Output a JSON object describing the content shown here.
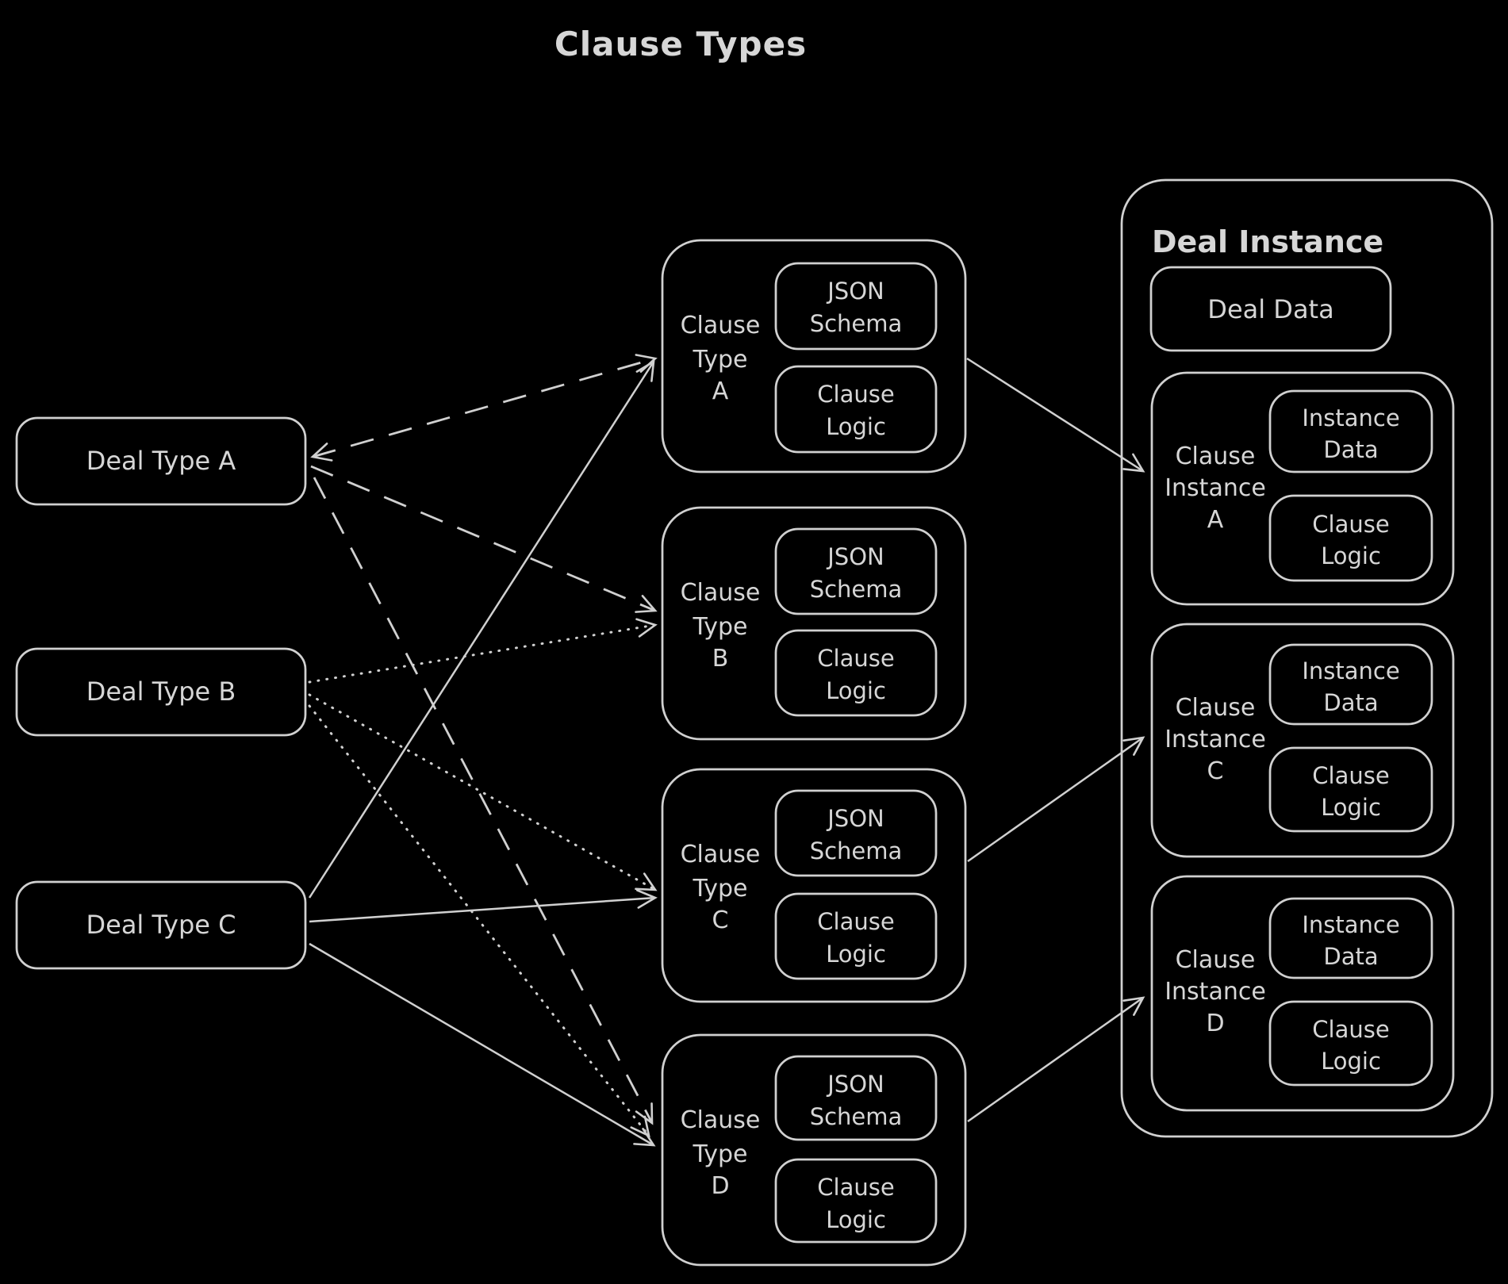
{
  "title": "Clause Types",
  "colors": {
    "background": "#000000",
    "stroke": "#d0d0d0",
    "text": "#d6d6d6"
  },
  "deal_types": [
    {
      "label": "Deal Type A"
    },
    {
      "label": "Deal Type B"
    },
    {
      "label": "Deal Type C"
    }
  ],
  "clause_types": [
    {
      "name_lines": [
        "Clause",
        "Type",
        "A"
      ],
      "children": {
        "schema": [
          "JSON",
          "Schema"
        ],
        "logic": [
          "Clause",
          "Logic"
        ]
      }
    },
    {
      "name_lines": [
        "Clause",
        "Type",
        "B"
      ],
      "children": {
        "schema": [
          "JSON",
          "Schema"
        ],
        "logic": [
          "Clause",
          "Logic"
        ]
      }
    },
    {
      "name_lines": [
        "Clause",
        "Type",
        "C"
      ],
      "children": {
        "schema": [
          "JSON",
          "Schema"
        ],
        "logic": [
          "Clause",
          "Logic"
        ]
      }
    },
    {
      "name_lines": [
        "Clause",
        "Type",
        "D"
      ],
      "children": {
        "schema": [
          "JSON",
          "Schema"
        ],
        "logic": [
          "Clause",
          "Logic"
        ]
      }
    }
  ],
  "deal_instance": {
    "title": "Deal Instance",
    "deal_data_label": "Deal Data",
    "instances": [
      {
        "name_lines": [
          "Clause",
          "Instance",
          "A"
        ],
        "children": {
          "data": [
            "Instance",
            "Data"
          ],
          "logic": [
            "Clause",
            "Logic"
          ]
        }
      },
      {
        "name_lines": [
          "Clause",
          "Instance",
          "C"
        ],
        "children": {
          "data": [
            "Instance",
            "Data"
          ],
          "logic": [
            "Clause",
            "Logic"
          ]
        }
      },
      {
        "name_lines": [
          "Clause",
          "Instance",
          "D"
        ],
        "children": {
          "data": [
            "Instance",
            "Data"
          ],
          "logic": [
            "Clause",
            "Logic"
          ]
        }
      }
    ]
  },
  "connections": [
    {
      "from": "Deal Type A",
      "to": "Clause Type A",
      "style": "dashed",
      "bidirectional": true
    },
    {
      "from": "Deal Type A",
      "to": "Clause Type B",
      "style": "dashed"
    },
    {
      "from": "Deal Type A",
      "to": "Clause Type D",
      "style": "dashed"
    },
    {
      "from": "Deal Type B",
      "to": "Clause Type B",
      "style": "dotted"
    },
    {
      "from": "Deal Type B",
      "to": "Clause Type C",
      "style": "dotted"
    },
    {
      "from": "Deal Type B",
      "to": "Clause Type D",
      "style": "dotted"
    },
    {
      "from": "Deal Type C",
      "to": "Clause Type A",
      "style": "solid"
    },
    {
      "from": "Deal Type C",
      "to": "Clause Type C",
      "style": "solid"
    },
    {
      "from": "Deal Type C",
      "to": "Clause Type D",
      "style": "solid"
    },
    {
      "from": "Clause Type A",
      "to": "Clause Instance A",
      "style": "solid"
    },
    {
      "from": "Clause Type C",
      "to": "Clause Instance C",
      "style": "solid"
    },
    {
      "from": "Clause Type D",
      "to": "Clause Instance D",
      "style": "solid"
    }
  ]
}
